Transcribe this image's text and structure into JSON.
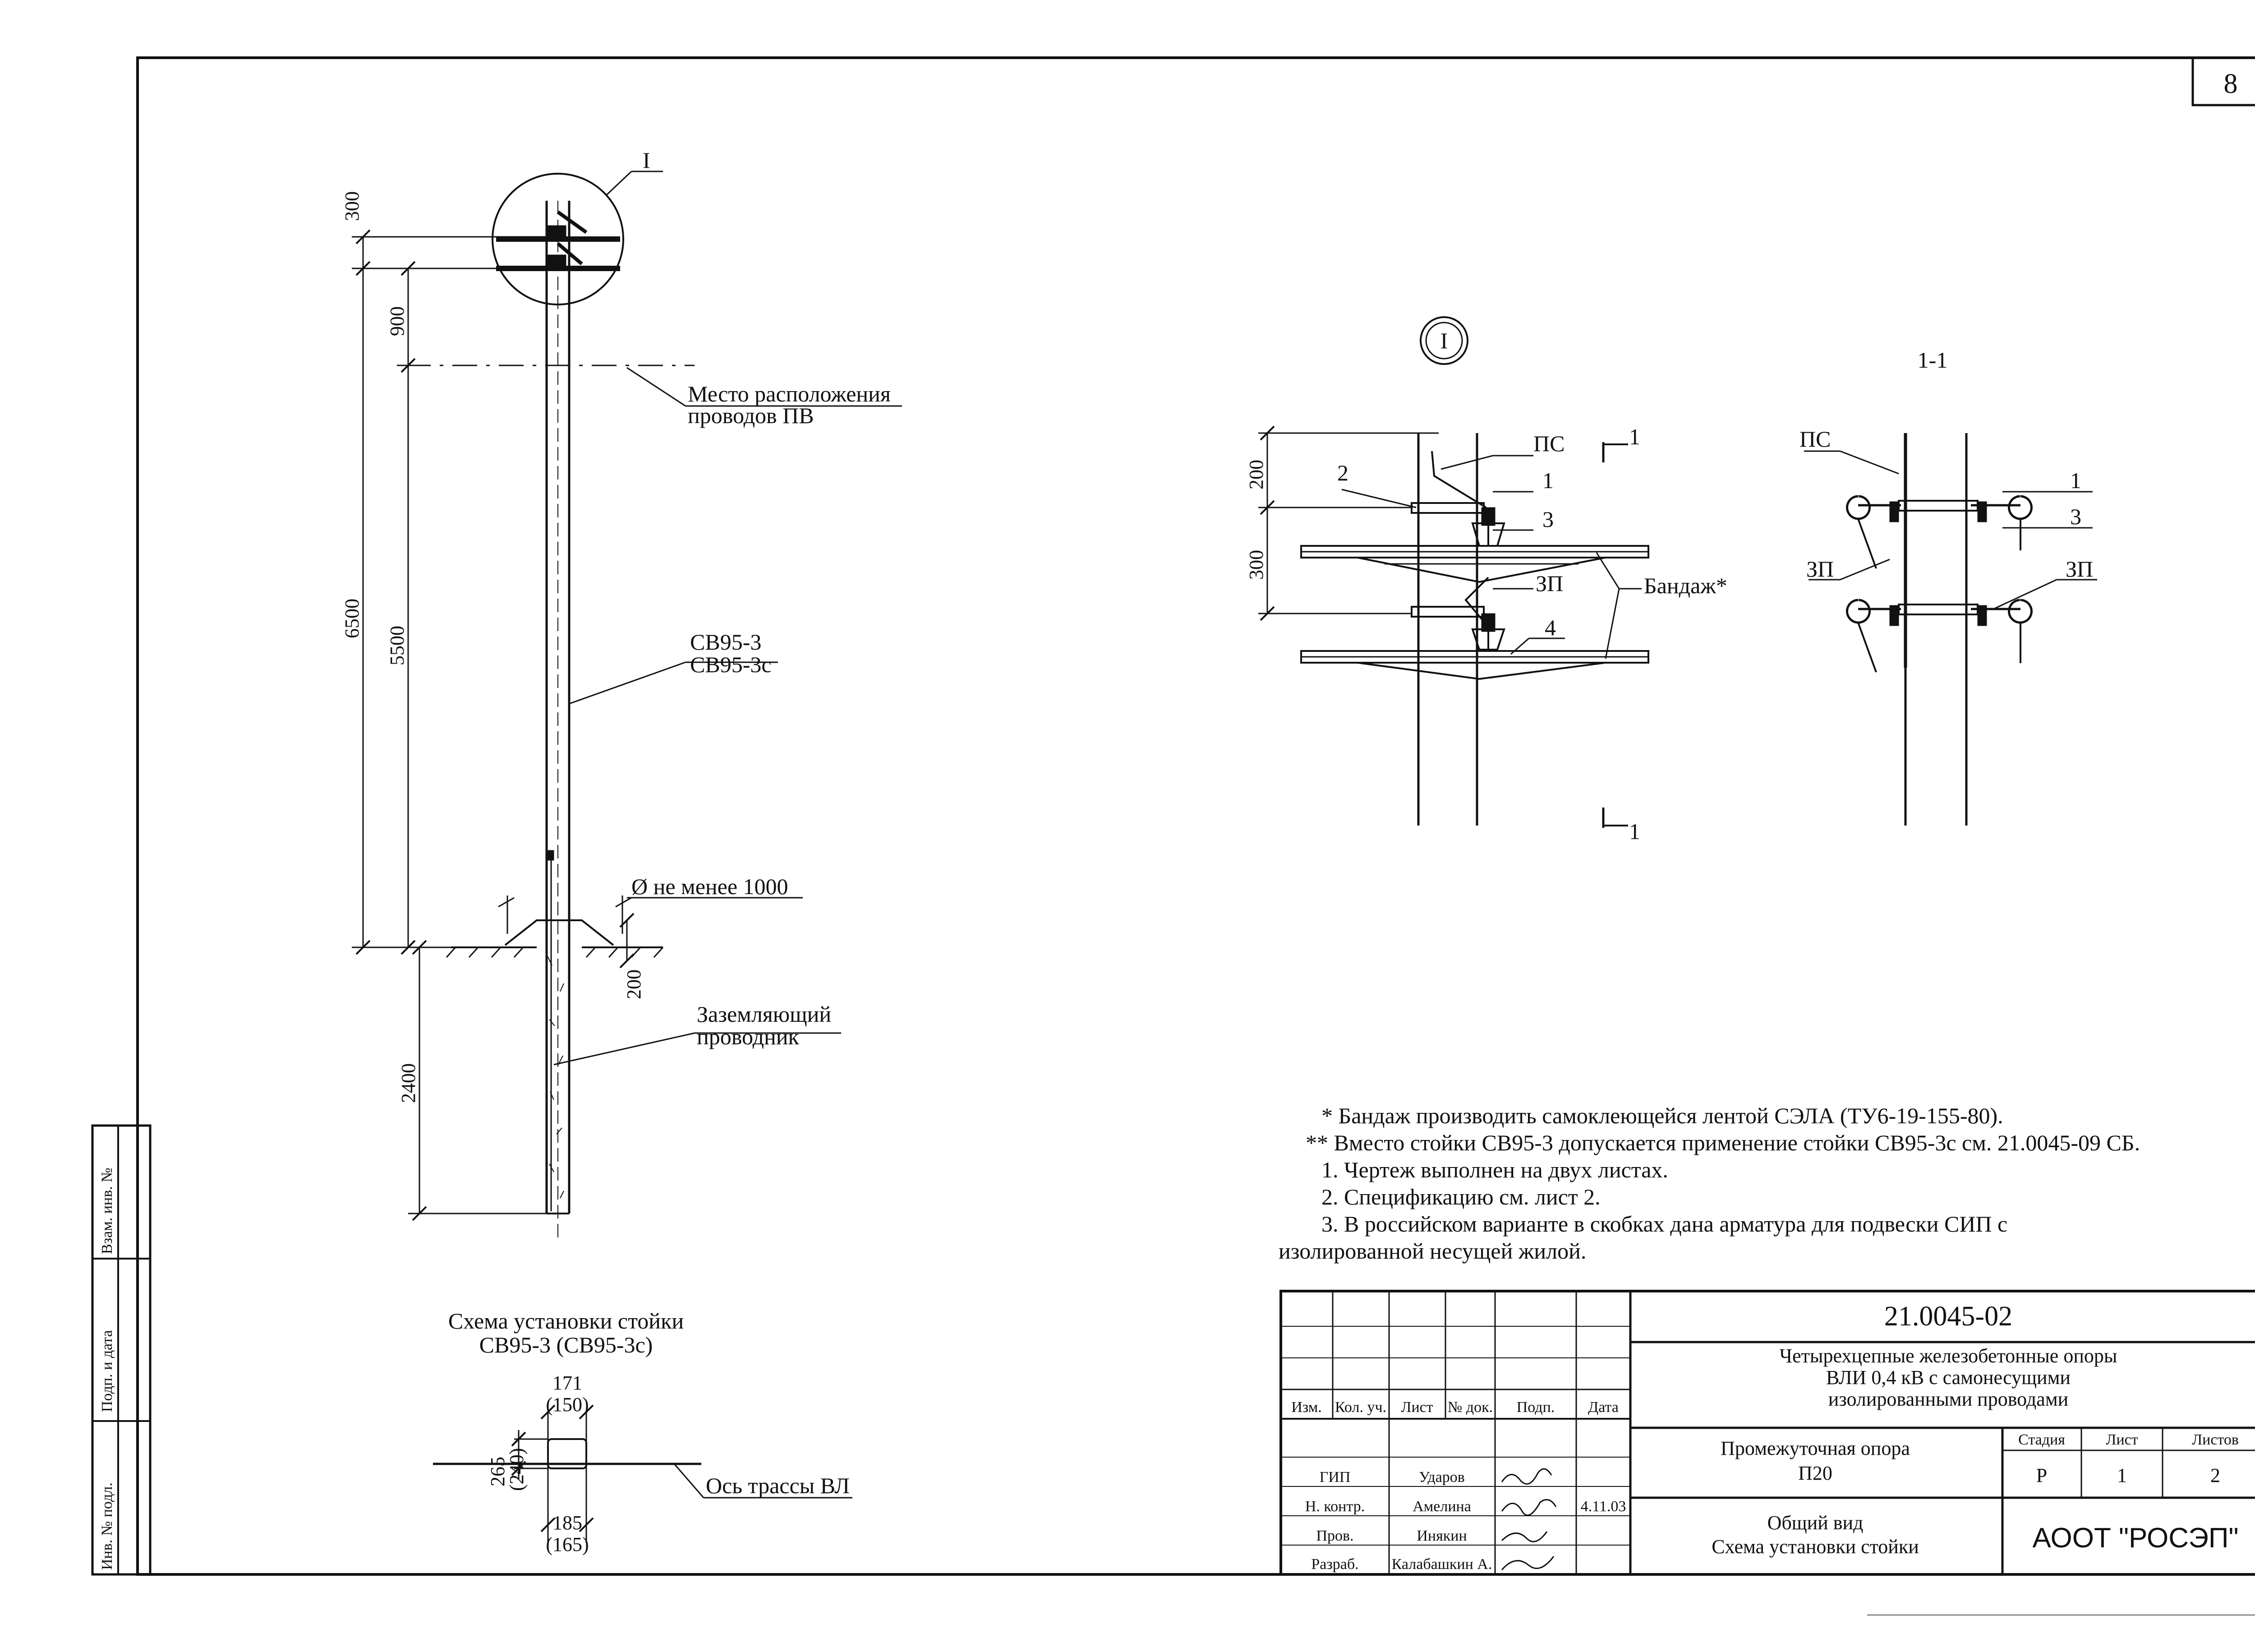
{
  "sheet": {
    "page_number": "8"
  },
  "pole_view": {
    "callout": "I",
    "dim_300": "300",
    "dim_900": "900",
    "dim_6500": "6500",
    "dim_5500": "5500",
    "dim_200": "200",
    "dim_2400": "2400",
    "pv_label_line1": "Место расположения",
    "pv_label_line2": "проводов ПВ",
    "rack_line1": "СВ95-3",
    "rack_line2": "СВ95-3с",
    "diameter_label": "Ø не менее 1000",
    "ground_line1": "Заземляющий",
    "ground_line2": "проводник"
  },
  "detail_view": {
    "callout": "I",
    "dim_200": "200",
    "dim_300": "300",
    "ps": "ПС",
    "n1": "1",
    "n2": "2",
    "n3": "3",
    "n4": "4",
    "zp": "ЗП",
    "bandage": "Бандаж*",
    "section_mark": "1"
  },
  "section_view": {
    "title": "1-1",
    "ps": "ПС",
    "n1": "1",
    "n3": "3",
    "zp_left": "ЗП",
    "zp_right": "ЗП"
  },
  "install_scheme": {
    "title_line1": "Схема установки стойки",
    "title_line2": "СВ95-3 (СВ95-3с)",
    "dim_top": "171",
    "dim_top_alt": "(150)",
    "dim_side": "265",
    "dim_side_alt": "(240)",
    "dim_bottom": "185",
    "dim_bottom_alt": "(165)",
    "axis_label": "Ось трассы ВЛ"
  },
  "notes": [
    "* Бандаж производить самоклеющейся лентой СЭЛА (ТУ6-19-155-80).",
    "** Вместо стойки СВ95-3 допускается применение стойки СВ95-3с см. 21.0045-09 СБ.",
    "1. Чертеж выполнен на двух листах.",
    "2. Спецификацию см. лист 2.",
    "3. В российском варианте в скобках дана арматура для подвески СИП с",
    "изолированной несущей жилой."
  ],
  "left_stamp": {
    "inv_no": "Инв. № подл.",
    "sign_date": "Подп. и дата",
    "vzam_inv": "Взам. инв. №"
  },
  "title_block": {
    "doc_code": "21.0045-02",
    "title_line1": "Четырехцепные железобетонные опоры",
    "title_line2": "ВЛИ 0,4 кВ с самонесущими",
    "title_line3": "изолированными проводами",
    "col_headers": [
      "Изм.",
      "Кол. уч.",
      "Лист",
      "№ док.",
      "Подп.",
      "Дата"
    ],
    "roles": [
      "ГИП",
      "Н. контр.",
      "Пров.",
      "Разраб."
    ],
    "names": [
      "Ударов",
      "Амелина",
      "Инякин",
      "Калабашкин А."
    ],
    "date_written": "4.11.03",
    "item_line1": "Промежуточная опора",
    "item_line2": "П20",
    "stage_label": "Стадия",
    "sheet_label": "Лист",
    "sheets_label": "Листов",
    "stage_value": "Р",
    "sheet_value": "1",
    "sheets_value": "2",
    "view_line1": "Общий вид",
    "view_line2": "Схема установки стойки",
    "org": "АООТ \"РОСЭП\""
  }
}
